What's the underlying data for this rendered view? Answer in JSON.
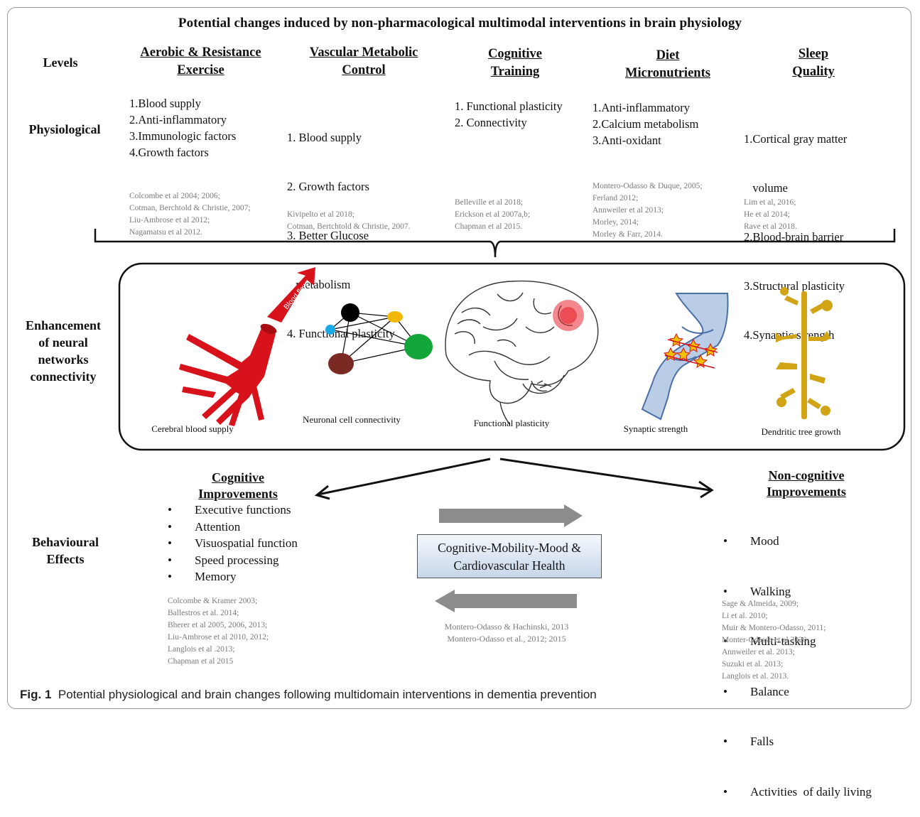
{
  "title": "Potential changes induced by non-pharmacological multimodal interventions in brain physiology",
  "rows": {
    "levels": "Levels",
    "physiological": "Physiological",
    "enhancement": [
      "Enhancement",
      "of neural",
      "networks",
      "connectivity"
    ],
    "behavioural": [
      "Behavioural",
      "Effects"
    ]
  },
  "columns": [
    {
      "heading": [
        "Aerobic & Resistance",
        "Exercise"
      ],
      "items": [
        "1.Blood supply",
        "2.Anti-inflammatory",
        "3.Immunologic factors",
        "4.Growth factors"
      ],
      "refs": [
        "Colcombe et al 2004; 2006;",
        "Cotman, Berchtold & Christie, 2007;",
        "Liu-Ambrose et al 2012;",
        "Nagamatsu et al 2012."
      ]
    },
    {
      "heading": [
        "Vascular Metabolic",
        "Control"
      ],
      "items": [
        "1. Blood supply",
        "2. Growth factors",
        "3. Better Glucose",
        "   metabolism",
        "4. Functional plasticity"
      ],
      "refs": [
        "Kivipelto et al 2018;",
        "Cotman, Bertchtold & Christie, 2007."
      ]
    },
    {
      "heading": [
        "Cognitive",
        "Training"
      ],
      "items": [
        "1. Functional plasticity",
        "2. Connectivity"
      ],
      "refs": [
        "Belleville et al 2018;",
        "Erickson et al 2007a,b;",
        "Chapman et al 2015."
      ]
    },
    {
      "heading": [
        "Diet",
        "Micronutrients"
      ],
      "items": [
        "1.Anti-inflammatory",
        "2.Calcium metabolism",
        "3.Anti-oxidant"
      ],
      "refs": [
        "Montero-Odasso & Duque, 2005;",
        "Ferland 2012;",
        "Annweiler et al 2013;",
        "Morley, 2014;",
        "Morley & Farr, 2014."
      ]
    },
    {
      "heading": [
        "Sleep",
        "Quality"
      ],
      "items": [
        "1.Cortical gray matter",
        "   volume",
        "2.Blood-brain barrier",
        "3.Structural plasticity",
        "4.Synaptic strength"
      ],
      "refs": [
        "Lim et al, 2016;",
        "He et al 2014;",
        "Rave et al 2018."
      ]
    }
  ],
  "illustrations": {
    "blood_supply": "Cerebral blood supply",
    "blood_flow_arrow": "Blood flow",
    "neuronal": "Neuronal cell connectivity",
    "plasticity": "Functional plasticity",
    "synaptic": "Synaptic strength",
    "dendritic": "Dendritic tree growth"
  },
  "cognitive": {
    "heading": [
      "Cognitive",
      "Improvements"
    ],
    "items": [
      "Executive functions",
      "Attention",
      "Visuospatial function",
      "Speed processing",
      "Memory"
    ],
    "refs": [
      "Colcombe & Kramer 2003;",
      "Ballestros et al. 2014;",
      "Bherer et al 2005, 2006, 2013;",
      "Liu-Ambrose et al 2010, 2012;",
      "Langlois et al .2013;",
      "Chapman et al 2015"
    ]
  },
  "noncognitive": {
    "heading": [
      "Non-cognitive",
      "Improvements"
    ],
    "items": [
      "Mood",
      "Walking",
      "Multi-tasking",
      "Balance",
      "Falls",
      "Activities  of daily living"
    ],
    "refs": [
      "Sage & Almeida, 2009;",
      "Li et al. 2010;",
      "Muir & Montero-Odasso, 2011;",
      "Monter-Odasso et al 2020;",
      "Annweiler et al. 2013;",
      "Suzuki et al. 2013;",
      "Langlois et al. 2013."
    ]
  },
  "center": {
    "box": [
      "Cognitive-Mobility-Mood &",
      "Cardiovascular Health"
    ],
    "refs": [
      "Montero-Odasso & Hachinski, 2013",
      "Montero-Odasso et al., 2012; 2015"
    ]
  },
  "caption": {
    "label": "Fig. 1",
    "text": "Potential physiological and brain changes following multidomain interventions in dementia prevention"
  },
  "colors": {
    "blood": "#d8121a",
    "neuron_black": "#000000",
    "neuron_yellow": "#f2b705",
    "neuron_cyan": "#19a9e6",
    "neuron_green": "#11a637",
    "neuron_brown": "#7a2a22",
    "synapse": "#b9cde6",
    "synapse_edge": "#4a6fa5",
    "dendrite": "#d1a416",
    "arrow_grey": "#8c8c8c"
  }
}
